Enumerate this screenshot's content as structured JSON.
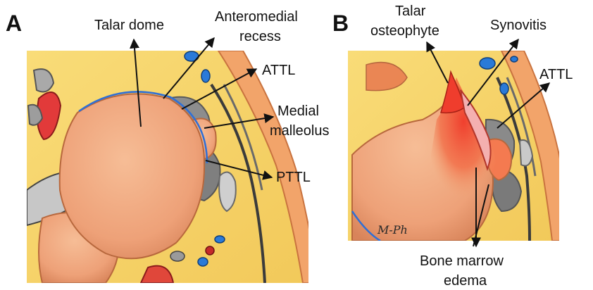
{
  "panels": [
    {
      "letter": "A",
      "labels": {
        "talar_dome": "Talar dome",
        "anteromedial_recess_1": "Anteromedial",
        "anteromedial_recess_2": "recess",
        "attl": "ATTL",
        "medial_malleolus_1": "Medial",
        "medial_malleolus_2": "malleolus",
        "pttl": "PTTL"
      }
    },
    {
      "letter": "B",
      "labels": {
        "talar_osteophyte_1": "Talar",
        "talar_osteophyte_2": "osteophyte",
        "synovitis": "Synovitis",
        "attl": "ATTL",
        "bone_marrow_edema_1": "Bone marrow",
        "bone_marrow_edema_2": "edema"
      },
      "signature": "M-Ph"
    }
  ],
  "colors": {
    "fat": "#f7d46a",
    "bone": "#f0a67c",
    "bone_shadow": "#d98456",
    "skin": "#f2a46a",
    "ligament": "#7f7f7f",
    "vessel_blue": "#1c6fd1",
    "vessel_red": "#d9282c",
    "edema": "#f05a3a",
    "tendon_white": "#e6e6e6"
  }
}
